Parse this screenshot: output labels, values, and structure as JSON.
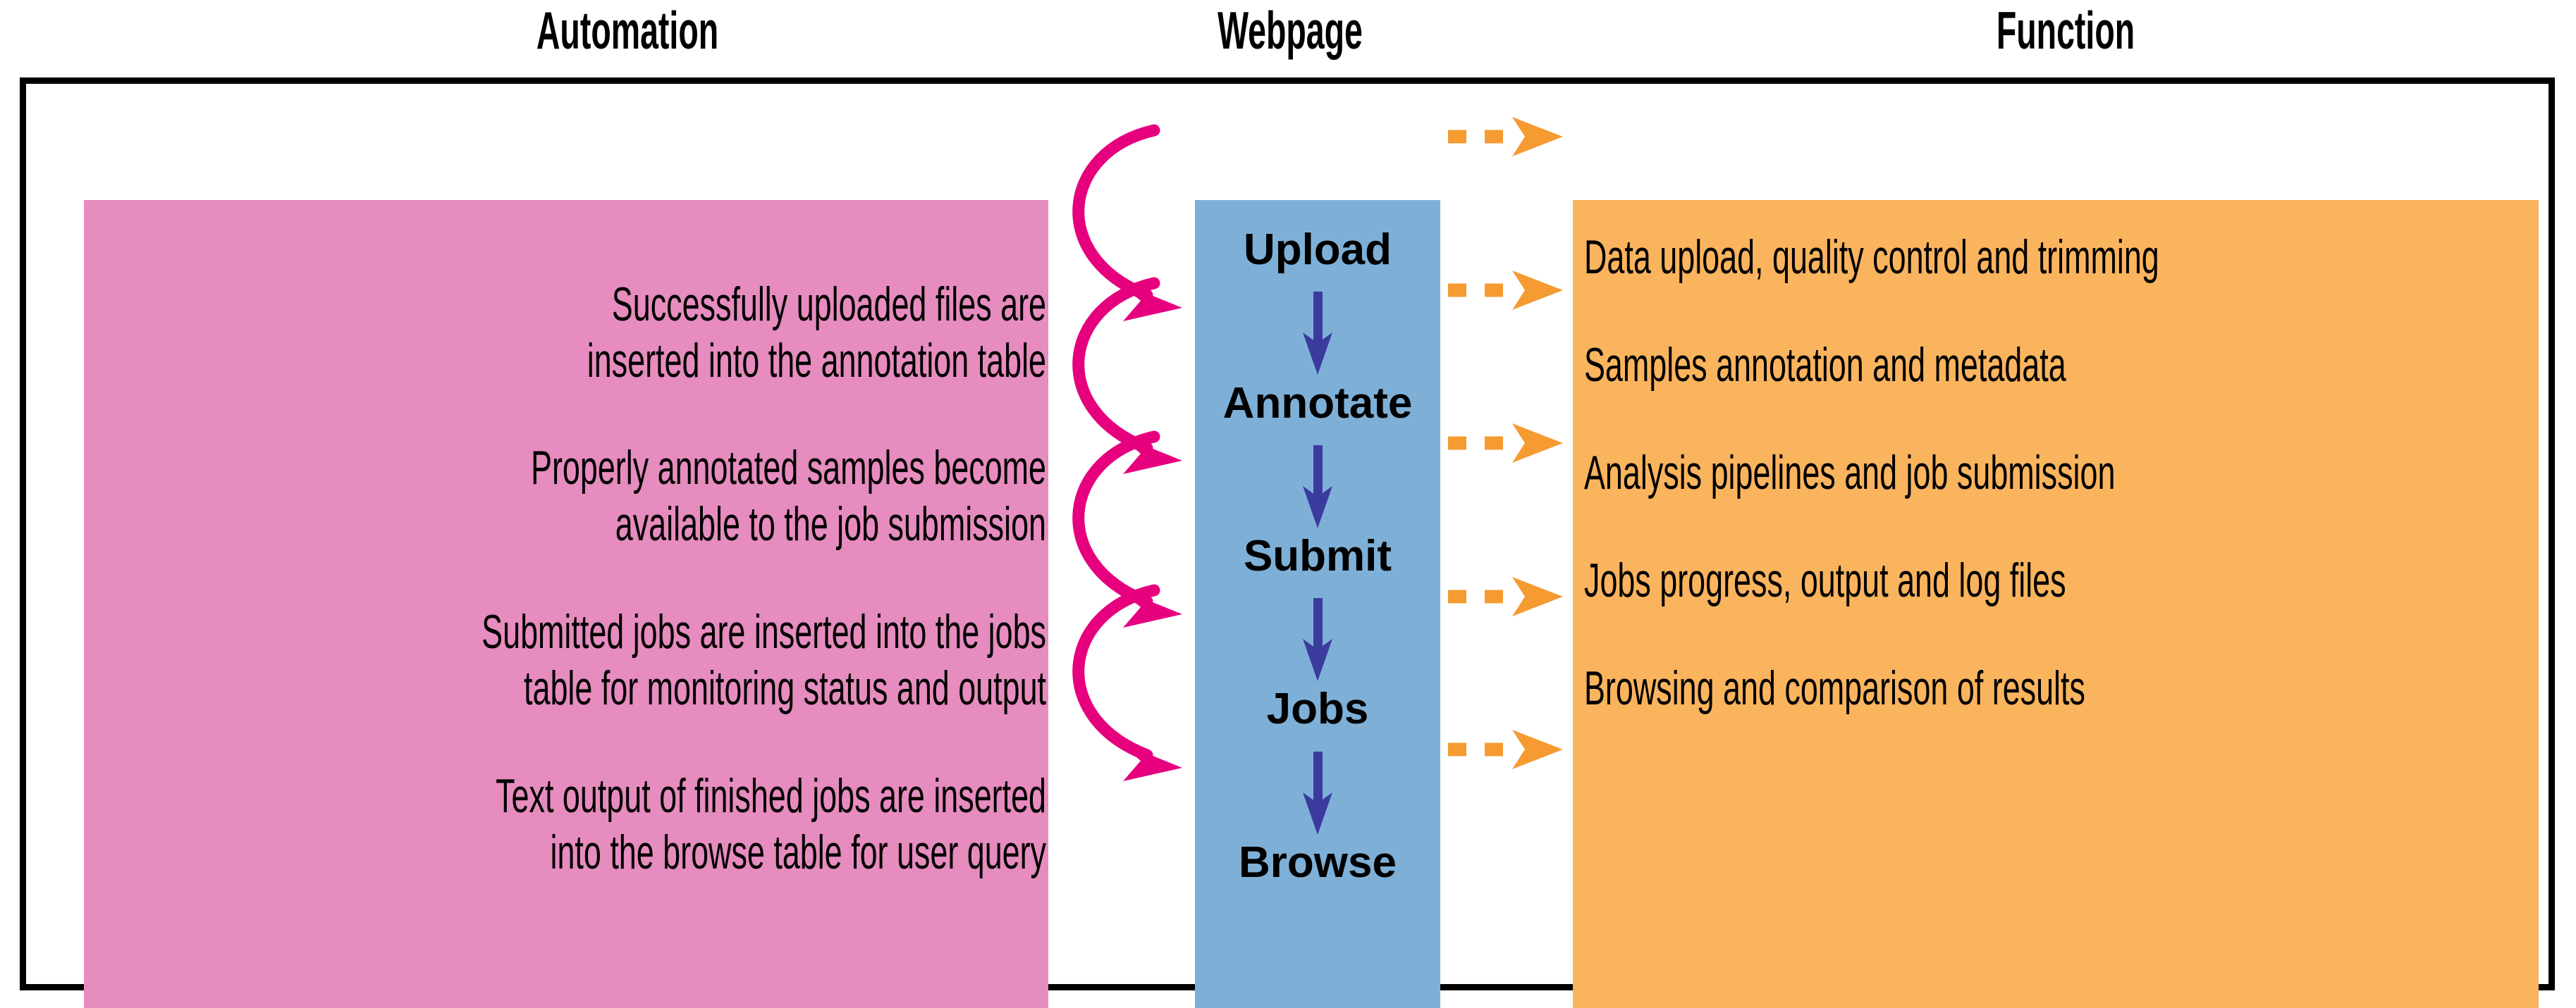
{
  "headers": {
    "automation": "Automation",
    "webpage": "Webpage",
    "function": "Function"
  },
  "colors": {
    "automation_panel": "#E68CBE",
    "webpage_panel": "#7EB0D7",
    "function_panel": "#FAB45E",
    "automation_arrow": "#E6007E",
    "webpage_arrow": "#3B3B9E",
    "function_arrow": "#F59B32",
    "frame_border": "#000000",
    "text": "#000000"
  },
  "automation": {
    "items": [
      {
        "line1": "Successfully uploaded files are",
        "line2": "inserted into the annotation table"
      },
      {
        "line1": "Properly annotated samples become",
        "line2": "available to the job submission"
      },
      {
        "line1": "Submitted jobs are inserted into the jobs",
        "line2": "table for monitoring status and output"
      },
      {
        "line1": "Text output of finished jobs are inserted",
        "line2": "into the browse table for user query"
      }
    ]
  },
  "webpage": {
    "steps": [
      {
        "label": "Upload"
      },
      {
        "label": "Annotate"
      },
      {
        "label": "Submit"
      },
      {
        "label": "Jobs"
      },
      {
        "label": "Browse"
      }
    ]
  },
  "function": {
    "items": [
      {
        "text": "Data upload, quality control and trimming"
      },
      {
        "text": "Samples annotation and metadata"
      },
      {
        "text": "Analysis pipelines and job submission"
      },
      {
        "text": "Jobs progress, output and log files"
      },
      {
        "text": "Browsing and comparison of results"
      }
    ]
  },
  "chart_data": {
    "type": "table",
    "title": "Automation / Webpage / Function pipeline overview",
    "columns": [
      "Automation",
      "Webpage",
      "Function"
    ],
    "rows": [
      {
        "webpage": "Upload",
        "function": "Data upload, quality control and trimming",
        "automation": ""
      },
      {
        "webpage": "Annotate",
        "function": "Samples annotation and metadata",
        "automation": "Successfully uploaded files are inserted into the annotation table"
      },
      {
        "webpage": "Submit",
        "function": "Analysis pipelines and job submission",
        "automation": "Properly annotated samples become available to the job submission"
      },
      {
        "webpage": "Jobs",
        "function": "Jobs progress, output and log files",
        "automation": "Submitted jobs are inserted into the jobs table for monitoring status and output"
      },
      {
        "webpage": "Browse",
        "function": "Browsing and comparison of results",
        "automation": "Text output of finished jobs are inserted into the browse table for user query"
      }
    ]
  }
}
